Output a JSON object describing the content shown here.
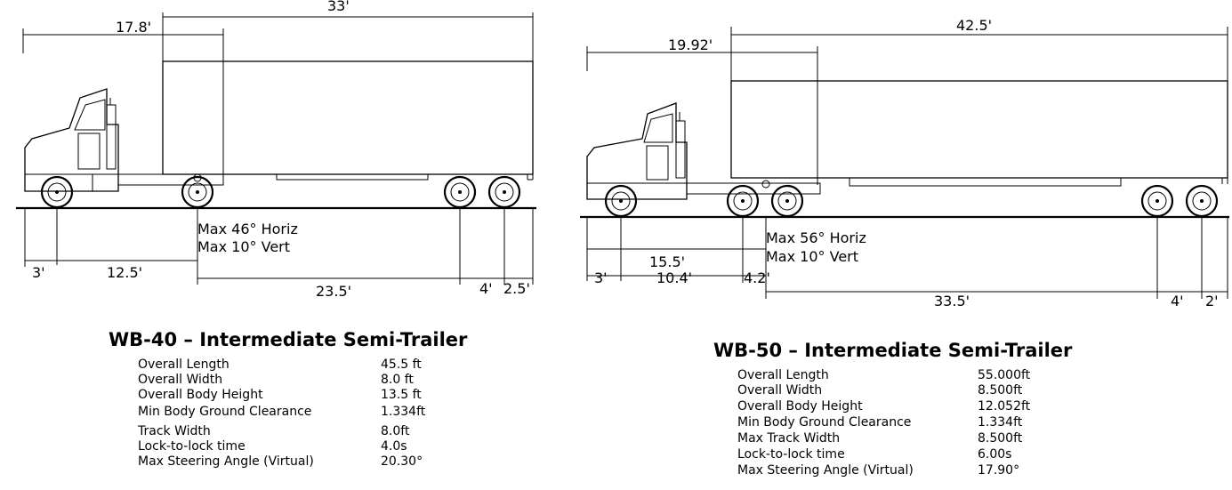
{
  "wb40": {
    "dims": {
      "trailer_len": "33'",
      "kingpin": "17.8'",
      "front_overhang": "3'",
      "wheelbase1": "12.5'",
      "wheelbase2": "23.5'",
      "tandem": "4'",
      "rear_overhang": "2.5'"
    },
    "notes": {
      "horiz": "Max 46° Horiz",
      "vert": "Max 10° Vert"
    },
    "title": "WB-40 – Intermediate Semi-Trailer",
    "specs": [
      {
        "label": "Overall Length",
        "value": "45.5 ft"
      },
      {
        "label": "Overall Width",
        "value": "8.0 ft"
      },
      {
        "label": "Overall Body Height",
        "value": "13.5 ft"
      },
      {
        "label": "Min Body Ground Clearance",
        "value": "1.334ft"
      },
      {
        "label": "Track Width",
        "value": "8.0ft"
      },
      {
        "label": "Lock-to-lock time",
        "value": "4.0s"
      },
      {
        "label": "Max Steering Angle (Virtual)",
        "value": "20.30°"
      }
    ]
  },
  "wb50": {
    "dims": {
      "trailer_len": "42.5'",
      "kingpin": "19.92'",
      "front_overhang": "3'",
      "tractor_len": "15.5'",
      "wheelbase1": "10.4'",
      "fifth_wheel": "4.2'",
      "wheelbase2": "33.5'",
      "tandem": "4'",
      "rear_overhang": "2'"
    },
    "notes": {
      "horiz": "Max 56° Horiz",
      "vert": "Max 10° Vert"
    },
    "title": "WB-50 – Intermediate Semi-Trailer",
    "specs": [
      {
        "label": "Overall Length",
        "value": "55.000ft"
      },
      {
        "label": "Overall Width",
        "value": "8.500ft"
      },
      {
        "label": "Overall Body Height",
        "value": "12.052ft"
      },
      {
        "label": "Min Body Ground Clearance",
        "value": "1.334ft"
      },
      {
        "label": "Max Track Width",
        "value": "8.500ft"
      },
      {
        "label": "Lock-to-lock time",
        "value": "6.00s"
      },
      {
        "label": "Max Steering Angle (Virtual)",
        "value": "17.90°"
      }
    ]
  }
}
